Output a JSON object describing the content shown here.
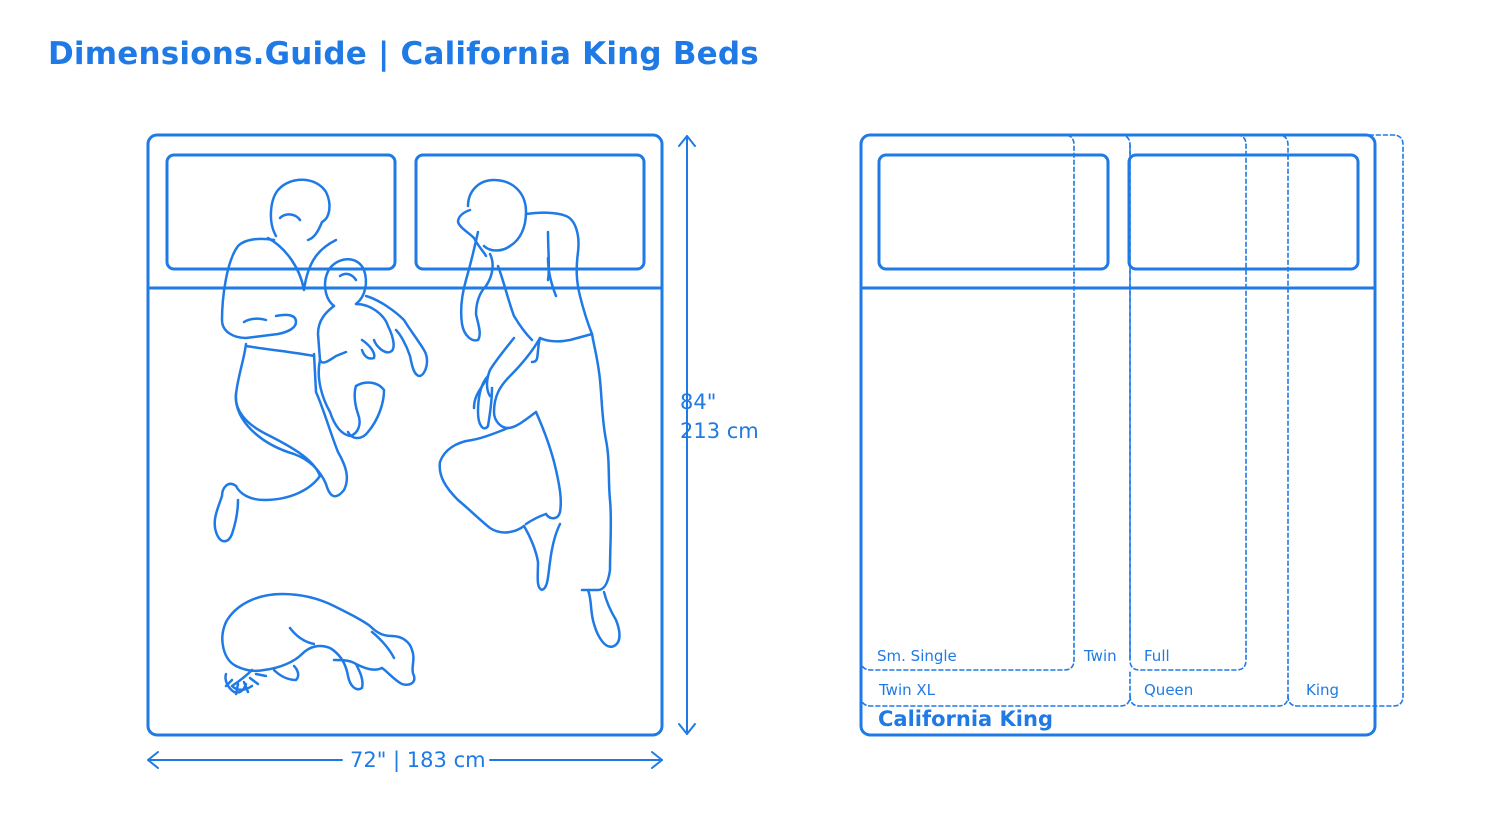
{
  "header": {
    "brand": "Dimensions.Guide",
    "separator": "|",
    "page_title": "California King Beds"
  },
  "left_diagram": {
    "height_dimension_imperial": "84\"",
    "height_dimension_metric": "213 cm",
    "width_dimension": "72\" | 183 cm"
  },
  "right_diagram": {
    "labels": {
      "sm_single": "Sm. Single",
      "twin": "Twin",
      "full": "Full",
      "twin_xl": "Twin XL",
      "queen": "Queen",
      "king": "King",
      "california_king": "California King"
    }
  },
  "colors": {
    "line": "#1f7ae6"
  }
}
